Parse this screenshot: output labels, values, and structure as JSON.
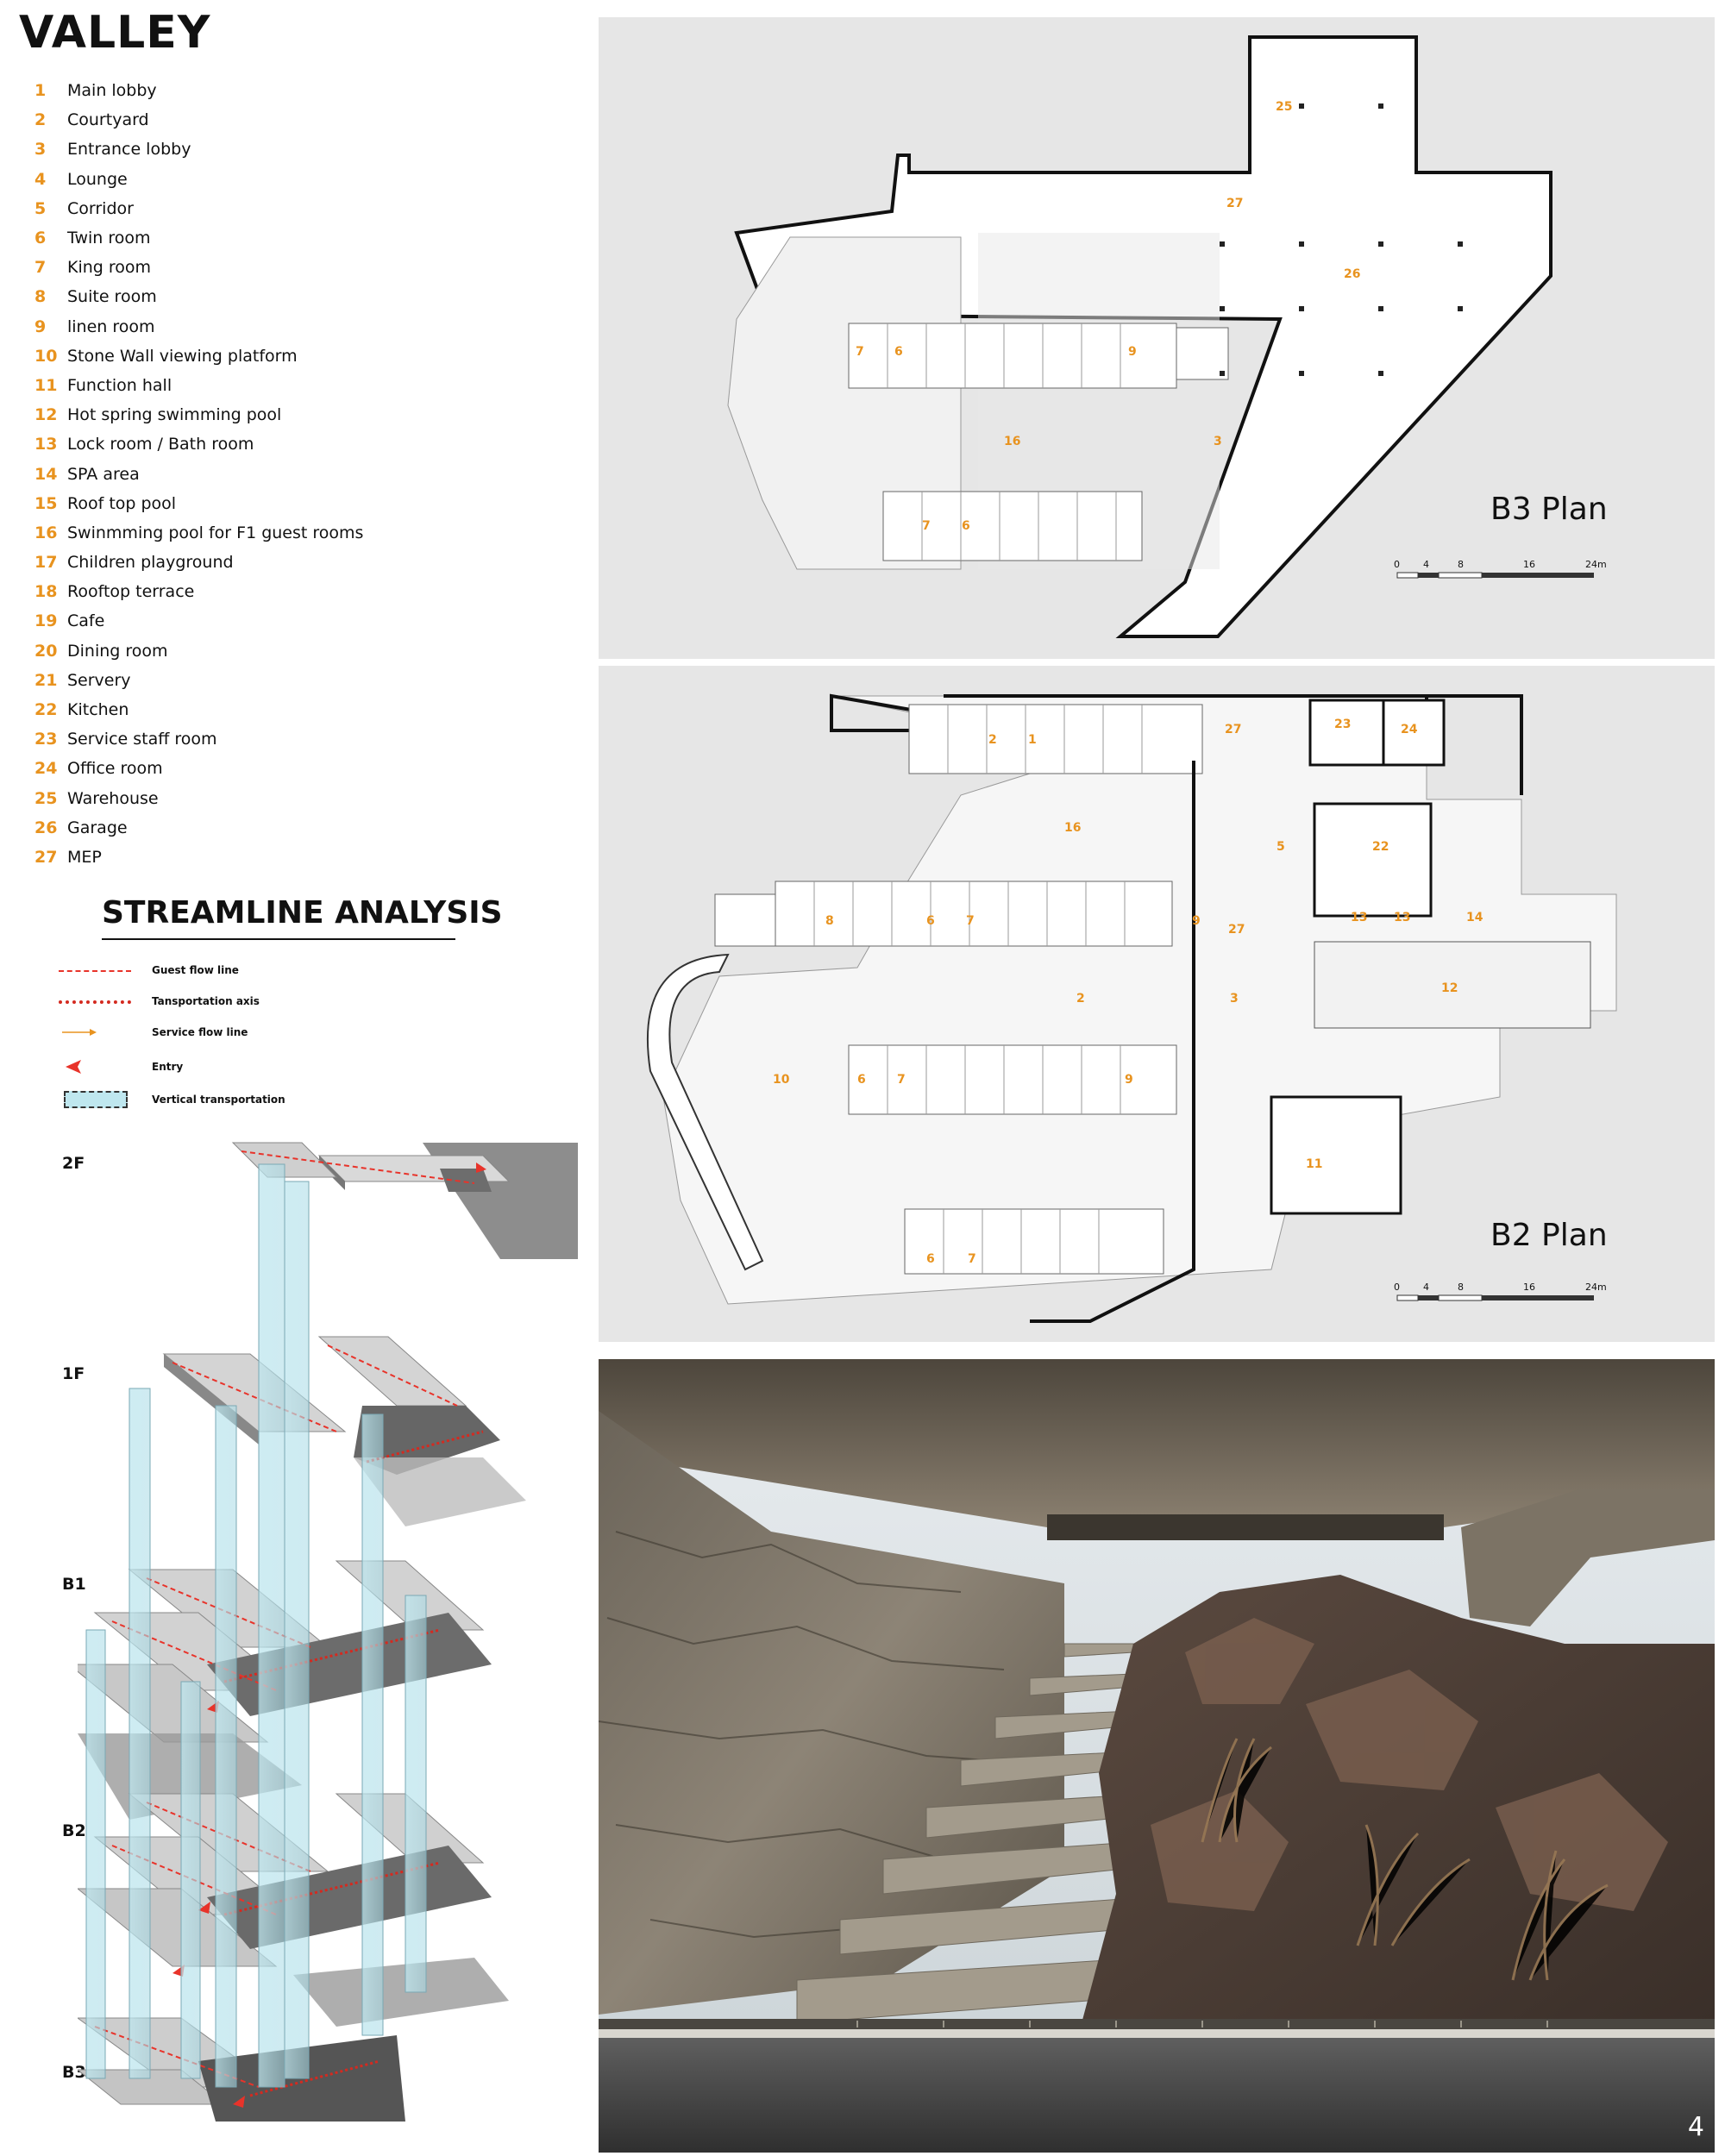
{
  "title": "VALLEY",
  "legend": [
    {
      "num": "1",
      "label": "Main lobby"
    },
    {
      "num": "2",
      "label": "Courtyard"
    },
    {
      "num": "3",
      "label": "Entrance lobby"
    },
    {
      "num": "4",
      "label": "Lounge"
    },
    {
      "num": "5",
      "label": "Corridor"
    },
    {
      "num": "6",
      "label": "Twin room"
    },
    {
      "num": "7",
      "label": "King room"
    },
    {
      "num": "8",
      "label": "Suite room"
    },
    {
      "num": "9",
      "label": "linen room"
    },
    {
      "num": "10",
      "label": "Stone Wall viewing platform"
    },
    {
      "num": "11",
      "label": "Function hall"
    },
    {
      "num": "12",
      "label": "Hot spring swimming pool"
    },
    {
      "num": "13",
      "label": "Lock room / Bath room"
    },
    {
      "num": "14",
      "label": "SPA area"
    },
    {
      "num": "15",
      "label": "Roof top pool"
    },
    {
      "num": "16",
      "label": "Swinmming pool for F1 guest rooms"
    },
    {
      "num": "17",
      "label": "Children playground"
    },
    {
      "num": "18",
      "label": "Rooftop terrace"
    },
    {
      "num": "19",
      "label": "Cafe"
    },
    {
      "num": "20",
      "label": "Dining room"
    },
    {
      "num": "21",
      "label": "Servery"
    },
    {
      "num": "22",
      "label": "Kitchen"
    },
    {
      "num": "23",
      "label": "Service staff room"
    },
    {
      "num": "24",
      "label": "Office room"
    },
    {
      "num": "25",
      "label": "Warehouse"
    },
    {
      "num": "26",
      "label": "Garage"
    },
    {
      "num": "27",
      "label": "MEP"
    }
  ],
  "streamline": {
    "title": "STREAMLINE ANALYSIS",
    "keys": [
      {
        "label": "Guest flow line"
      },
      {
        "label": "Tansportation axis"
      },
      {
        "label": "Service flow line"
      },
      {
        "label": "Entry"
      },
      {
        "label": "Vertical transportation"
      }
    ],
    "levels": [
      "2F",
      "1F",
      "B1",
      "B2",
      "B3"
    ]
  },
  "plans": {
    "b3": {
      "label": "B3 Plan",
      "scale": [
        "0",
        "4",
        "8",
        "16",
        "24m"
      ],
      "rooms": [
        "25",
        "27",
        "26",
        "7",
        "6",
        "9",
        "16",
        "3",
        "7",
        "6"
      ]
    },
    "b2": {
      "label": "B2 Plan",
      "scale": [
        "0",
        "4",
        "8",
        "16",
        "24m"
      ],
      "rooms": [
        "2",
        "1",
        "27",
        "23",
        "24",
        "16",
        "5",
        "22",
        "8",
        "6",
        "7",
        "9",
        "27",
        "13",
        "13",
        "14",
        "12",
        "2",
        "3",
        "10",
        "6",
        "7",
        "9",
        "11",
        "6",
        "7"
      ]
    }
  },
  "render": {
    "page_number": "4"
  },
  "colors": {
    "accent": "#e8931f",
    "flow": "#e8332a",
    "vertical": "#bfe7ef",
    "panel": "#e6e6e6"
  }
}
